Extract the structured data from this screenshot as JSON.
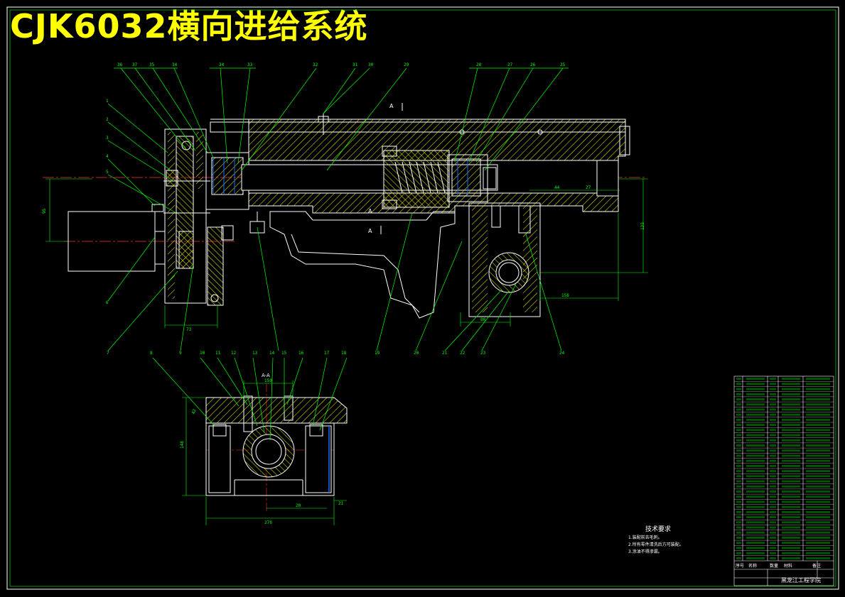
{
  "title": "CJK6032横向进给系统",
  "colors": {
    "background": "#000000",
    "title": "#ffff00",
    "outline": "#ffffff",
    "leader": "#00ff00",
    "centerline": "#ff3333",
    "hatch": "#ffff00",
    "dimension": "#00ff00",
    "accent": "#1a6bff"
  },
  "section_mark": "A",
  "section_label": "A-A",
  "top_callouts": [
    "36",
    "37",
    "35",
    "34",
    "34",
    "33",
    "32",
    "31",
    "30",
    "29",
    "28",
    "27",
    "26",
    "25"
  ],
  "left_callouts": [
    "1",
    "2",
    "3",
    "4",
    "5",
    "6"
  ],
  "bottom_callouts": [
    "7",
    "8",
    "9",
    "10",
    "11",
    "12",
    "13",
    "14",
    "15",
    "16",
    "17",
    "18",
    "19",
    "20",
    "21",
    "22",
    "23",
    "24"
  ],
  "dimensions": {
    "left_height": "95",
    "flange_width": "73",
    "right_height": "133",
    "right_small_a": "44",
    "right_small_b": "27",
    "right_width": "158",
    "bearing_width": "80",
    "section_top": "150",
    "section_height": "148",
    "section_side": "42",
    "section_bottom": "270",
    "section_offset_a": "20",
    "section_offset_b": "21"
  },
  "technical_requirements": {
    "title": "技术要求",
    "lines": [
      "1.装配前去毛刺。",
      "2.所有零件清洗后方可装配。",
      "3.涂油不得渗漏。"
    ]
  },
  "title_block": {
    "school": "黑龙江工程学院",
    "labels": [
      "序号",
      "名称",
      "数量",
      "材料",
      "备注"
    ]
  }
}
